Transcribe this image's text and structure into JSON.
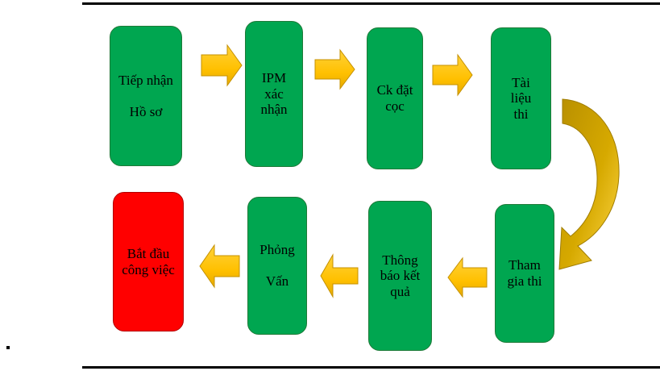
{
  "diagram": {
    "top_row": [
      {
        "id": "tiep-nhan-ho-so",
        "lines": [
          "Tiếp nhận",
          "",
          "Hồ sơ"
        ],
        "color": "#00a650"
      },
      {
        "id": "ipm-xac-nhan",
        "lines": [
          "IPM",
          "xác",
          "nhận"
        ],
        "color": "#00a650"
      },
      {
        "id": "ck-dat-coc",
        "lines": [
          "Ck đặt",
          "cọc"
        ],
        "color": "#00a650"
      },
      {
        "id": "tai-lieu-thi",
        "lines": [
          "Tài",
          "liệu",
          "thi"
        ],
        "color": "#00a650"
      }
    ],
    "bottom_row": [
      {
        "id": "bat-dau-cong-viec",
        "lines": [
          "Bắt đầu",
          "công việc"
        ],
        "color": "#ff0000"
      },
      {
        "id": "phong-van",
        "lines": [
          "Phỏng",
          "",
          "Vấn"
        ],
        "color": "#00a650"
      },
      {
        "id": "thong-bao-ket-qua",
        "lines": [
          "Thông",
          "báo kết",
          "quả"
        ],
        "color": "#00a650"
      },
      {
        "id": "tham-gia-thi",
        "lines": [
          "Tham",
          "gia thi"
        ],
        "color": "#00a650"
      }
    ],
    "arrow_color": "#ffc000",
    "curved_arrow_color": "#c9a100"
  }
}
